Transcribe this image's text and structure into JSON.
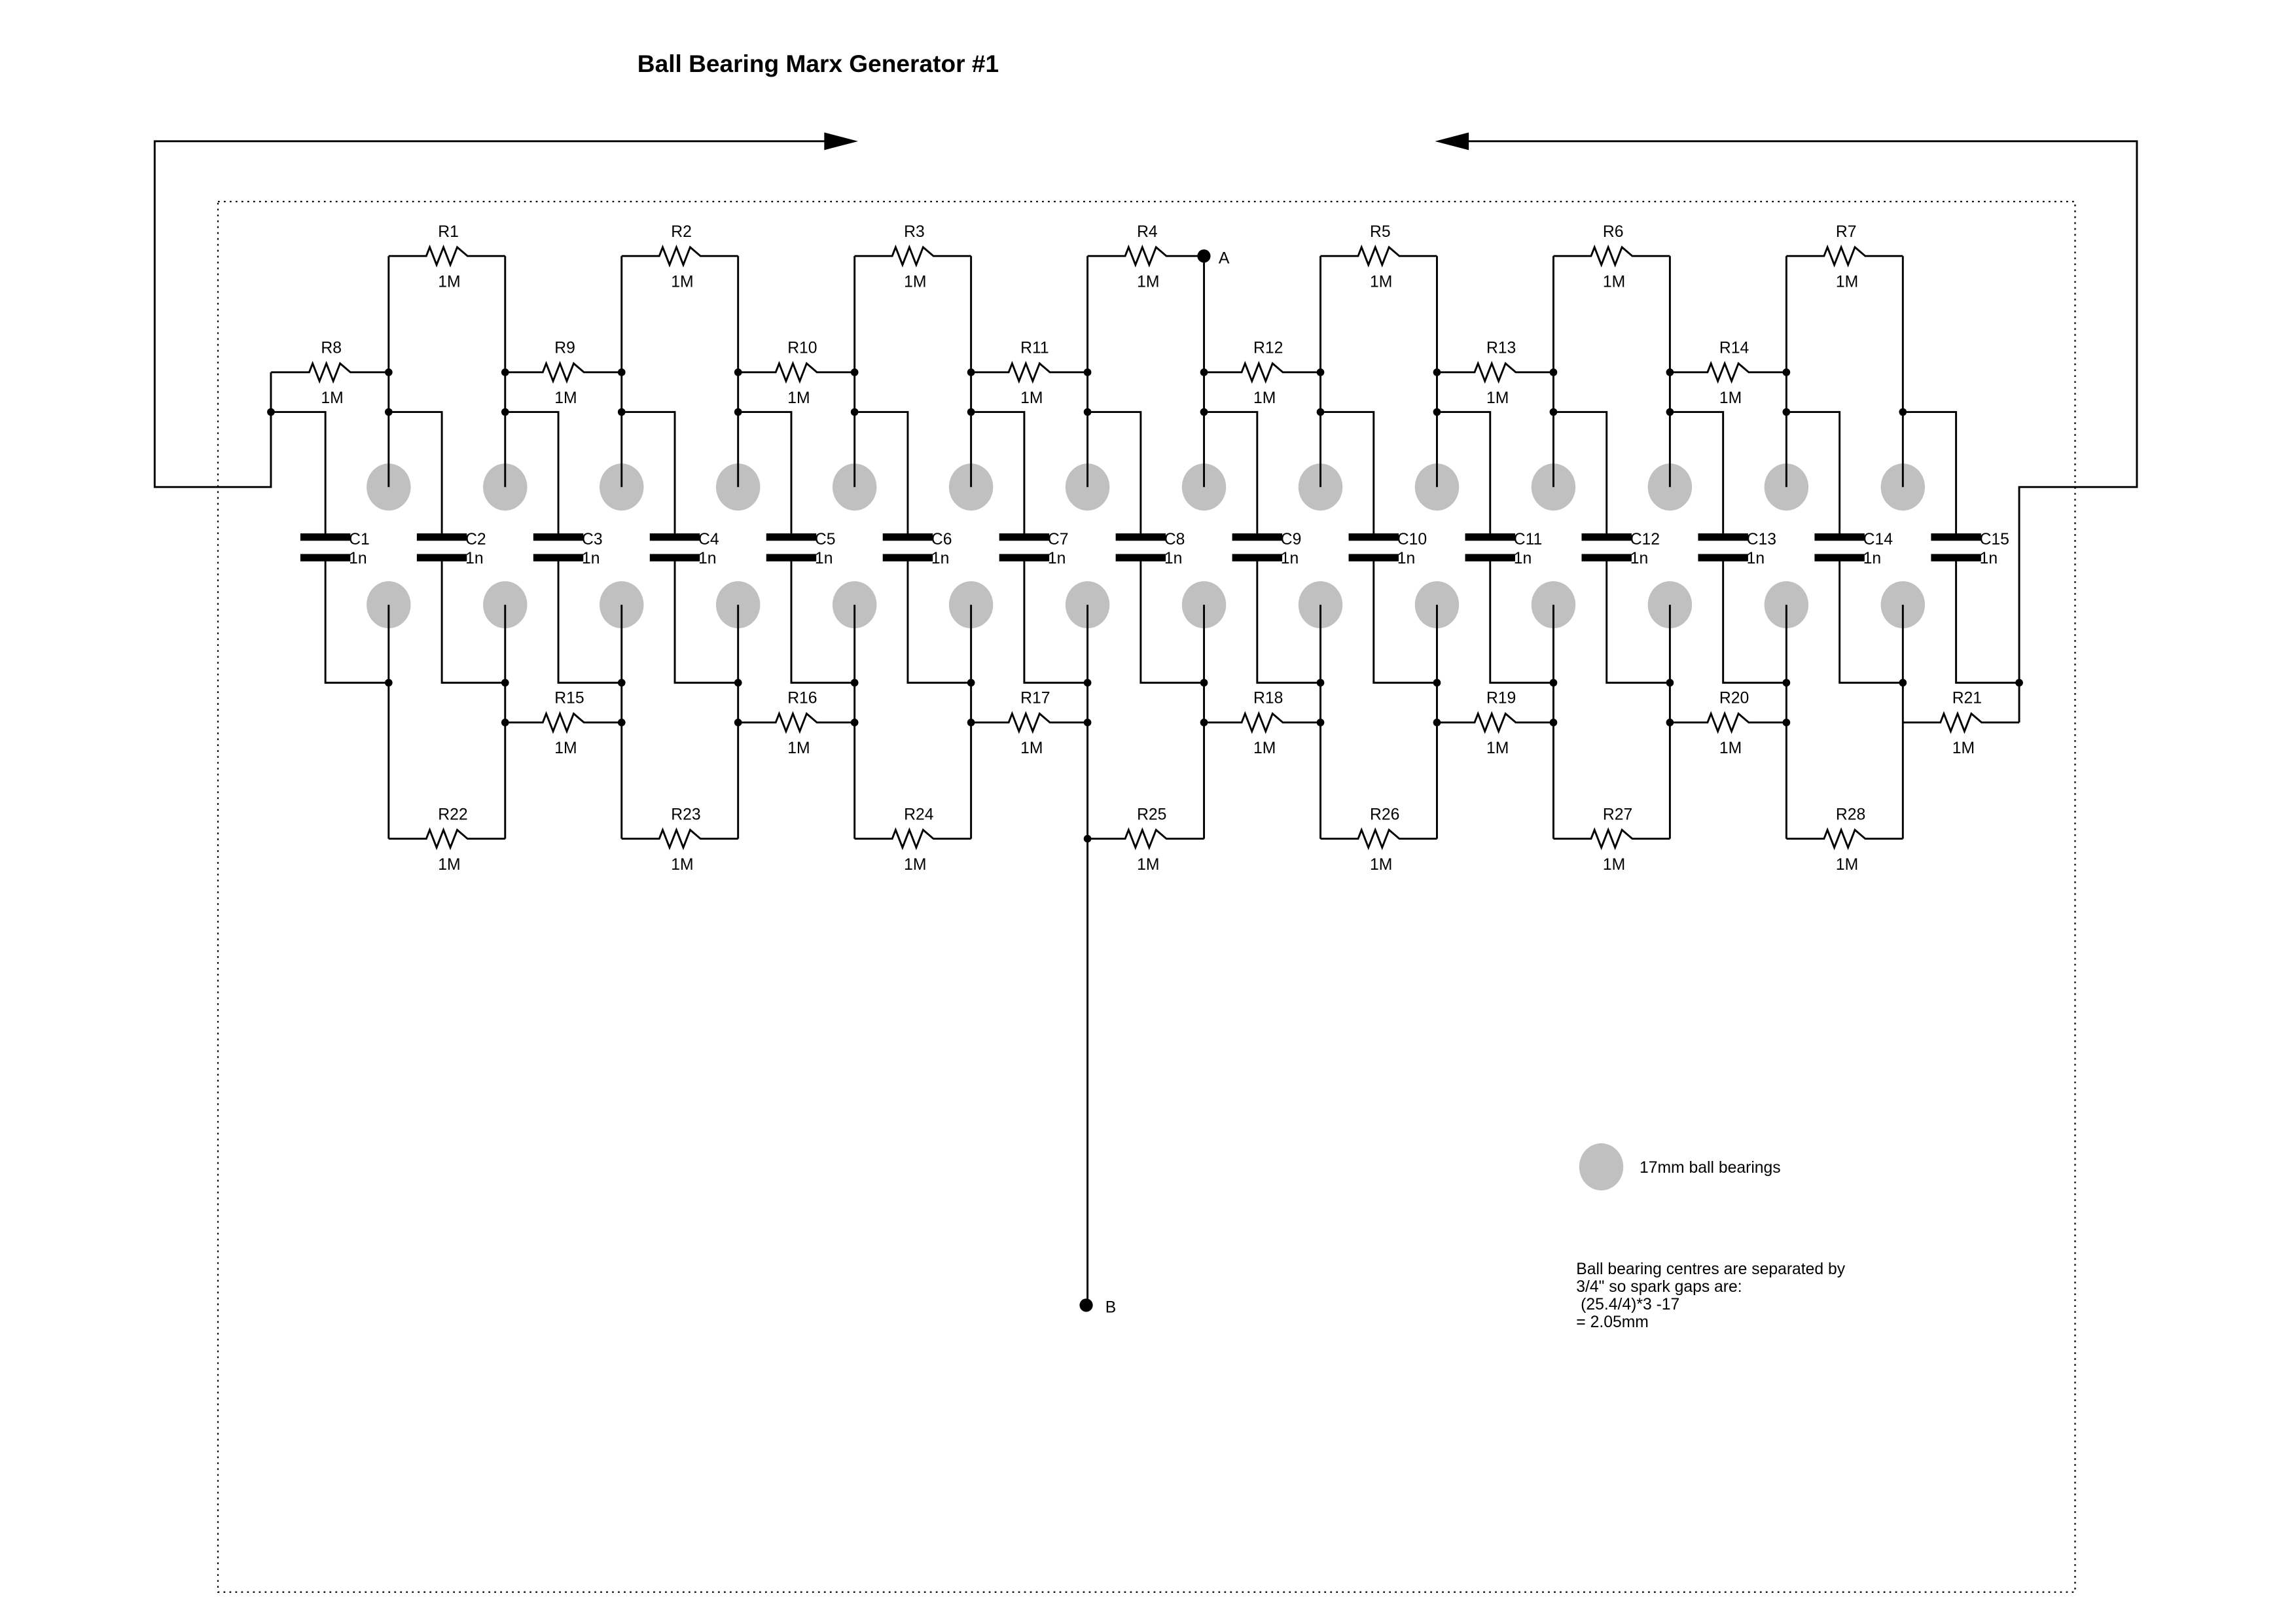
{
  "title": "Ball Bearing Marx Generator #1",
  "resistors_top": [
    {
      "name": "R1",
      "value": "1M"
    },
    {
      "name": "R2",
      "value": "1M"
    },
    {
      "name": "R3",
      "value": "1M"
    },
    {
      "name": "R4",
      "value": "1M"
    },
    {
      "name": "R5",
      "value": "1M"
    },
    {
      "name": "R6",
      "value": "1M"
    },
    {
      "name": "R7",
      "value": "1M"
    }
  ],
  "resistors_middle": [
    {
      "name": "R8",
      "value": "1M"
    },
    {
      "name": "R9",
      "value": "1M"
    },
    {
      "name": "R10",
      "value": "1M"
    },
    {
      "name": "R11",
      "value": "1M"
    },
    {
      "name": "R12",
      "value": "1M"
    },
    {
      "name": "R13",
      "value": "1M"
    },
    {
      "name": "R14",
      "value": "1M"
    }
  ],
  "resistors_lower": [
    {
      "name": "R15",
      "value": "1M"
    },
    {
      "name": "R16",
      "value": "1M"
    },
    {
      "name": "R17",
      "value": "1M"
    },
    {
      "name": "R18",
      "value": "1M"
    },
    {
      "name": "R19",
      "value": "1M"
    },
    {
      "name": "R20",
      "value": "1M"
    },
    {
      "name": "R21",
      "value": "1M"
    }
  ],
  "resistors_bottom": [
    {
      "name": "R22",
      "value": "1M"
    },
    {
      "name": "R23",
      "value": "1M"
    },
    {
      "name": "R24",
      "value": "1M"
    },
    {
      "name": "R25",
      "value": "1M"
    },
    {
      "name": "R26",
      "value": "1M"
    },
    {
      "name": "R27",
      "value": "1M"
    },
    {
      "name": "R28",
      "value": "1M"
    }
  ],
  "capacitors": [
    {
      "name": "C1",
      "value": "1n"
    },
    {
      "name": "C2",
      "value": "1n"
    },
    {
      "name": "C3",
      "value": "1n"
    },
    {
      "name": "C4",
      "value": "1n"
    },
    {
      "name": "C5",
      "value": "1n"
    },
    {
      "name": "C6",
      "value": "1n"
    },
    {
      "name": "C7",
      "value": "1n"
    },
    {
      "name": "C8",
      "value": "1n"
    },
    {
      "name": "C9",
      "value": "1n"
    },
    {
      "name": "C10",
      "value": "1n"
    },
    {
      "name": "C11",
      "value": "1n"
    },
    {
      "name": "C12",
      "value": "1n"
    },
    {
      "name": "C13",
      "value": "1n"
    },
    {
      "name": "C14",
      "value": "1n"
    },
    {
      "name": "C15",
      "value": "1n"
    }
  ],
  "terminals": {
    "a": "A",
    "b": "B"
  },
  "legend": {
    "label": "17mm ball bearings"
  },
  "note": {
    "lines": [
      "Ball bearing centres are separated by",
      "3/4\" so spark gaps are:",
      " (25.4/4)*3 -17",
      "= 2.05mm"
    ]
  },
  "colors": {
    "ball": "#c0c0c0",
    "wire": "#000000"
  }
}
